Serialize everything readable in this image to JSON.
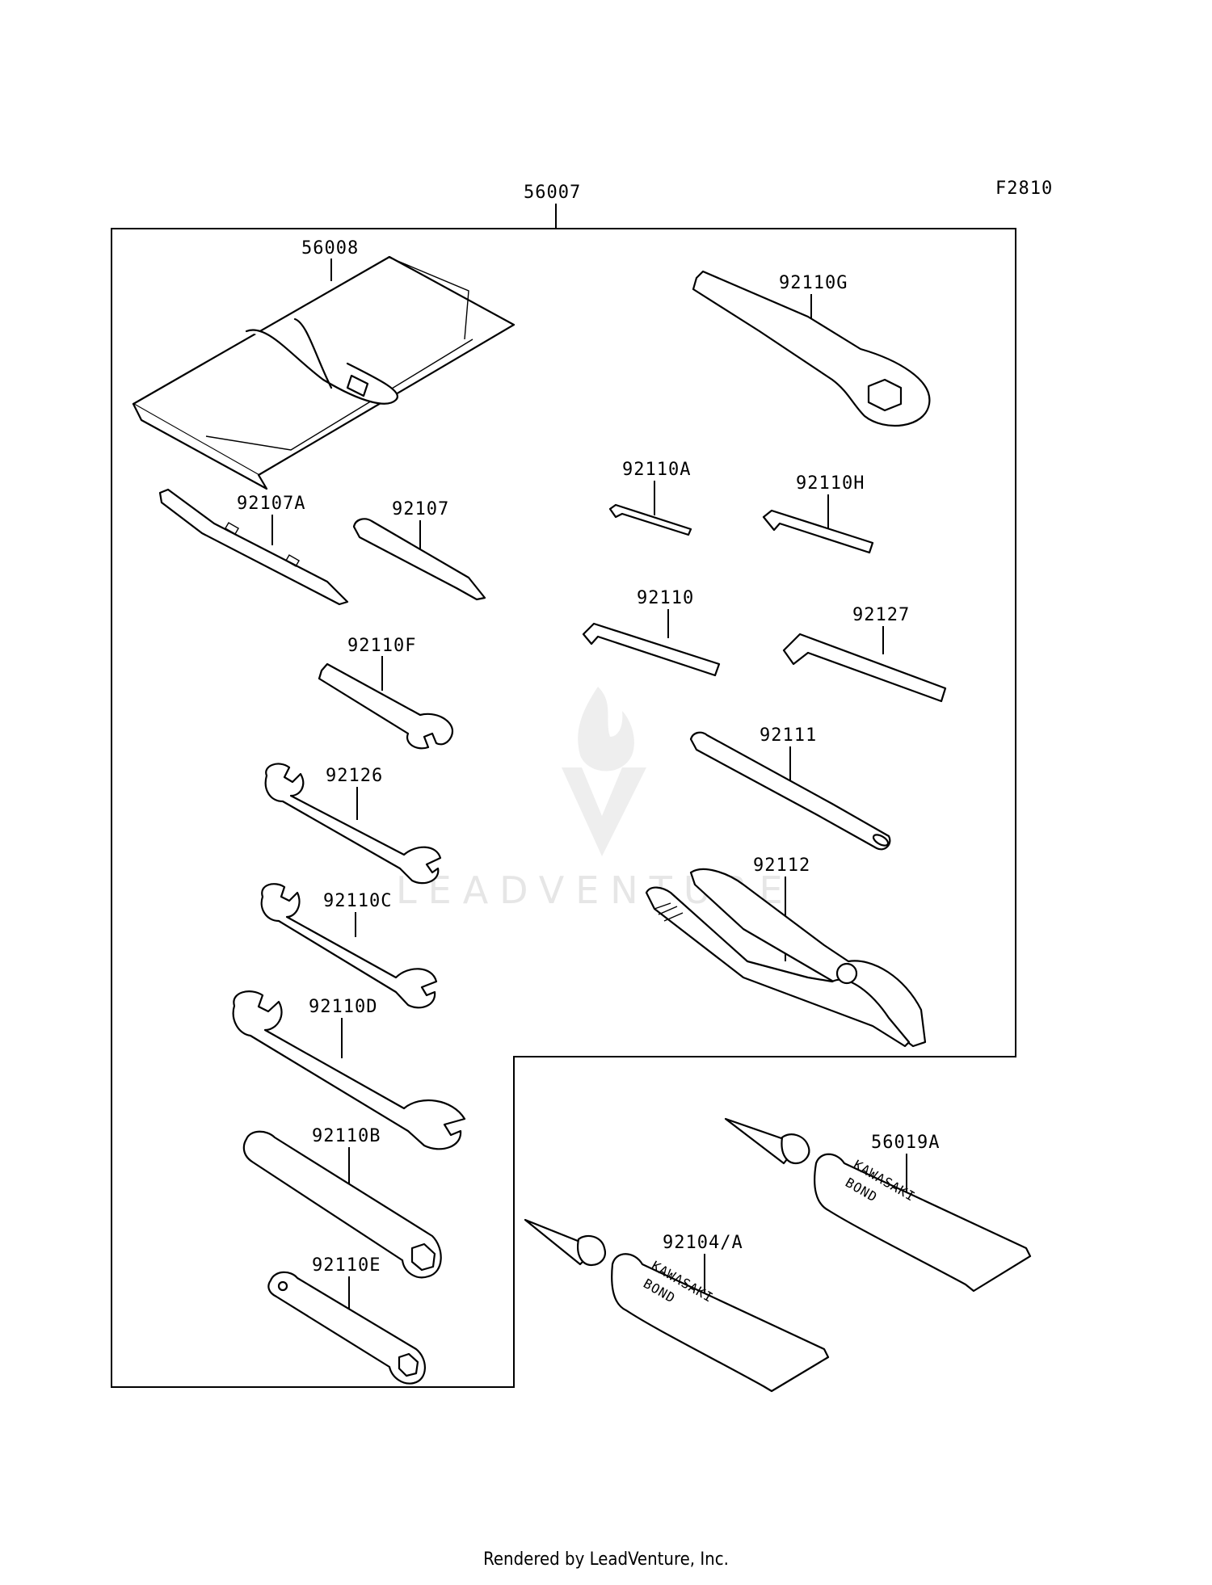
{
  "figure_code": "F2810",
  "footer": "Rendered by LeadVenture, Inc.",
  "watermark": "LEADVENTURE",
  "parts": {
    "p56007": "56007",
    "p56008": "56008",
    "p92110G": "92110G",
    "p92107A": "92107A",
    "p92107": "92107",
    "p92110A": "92110A",
    "p92110H": "92110H",
    "p92110": "92110",
    "p92127": "92127",
    "p92110F": "92110F",
    "p92111": "92111",
    "p92126": "92126",
    "p92112": "92112",
    "p92110C": "92110C",
    "p92110D": "92110D",
    "p92110B": "92110B",
    "p92110E": "92110E",
    "p56019A": "56019A",
    "p92104A": "92104/A"
  },
  "tube_text": {
    "brand": "KAWASAKI",
    "product": "BOND"
  }
}
